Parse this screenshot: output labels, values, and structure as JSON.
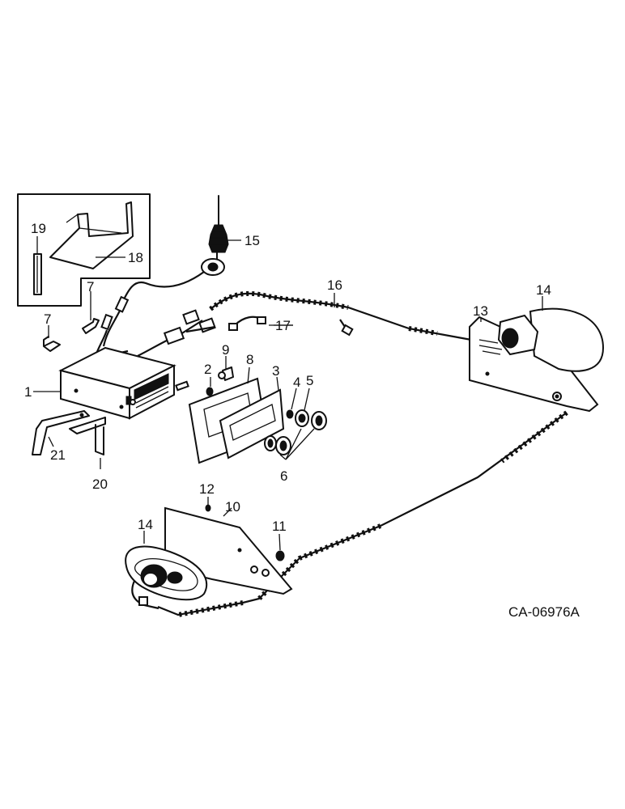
{
  "diagram_code": "CA-06976A",
  "callouts": {
    "c1": "1",
    "c2": "2",
    "c3": "3",
    "c4": "4",
    "c5": "5",
    "c6": "6",
    "c7a": "7",
    "c7b": "7",
    "c8": "8",
    "c9": "9",
    "c10": "10",
    "c11": "11",
    "c12": "12",
    "c13": "13",
    "c14a": "14",
    "c14b": "14",
    "c15": "15",
    "c16": "16",
    "c17": "17",
    "c18": "18",
    "c19": "19",
    "c20": "20",
    "c21": "21"
  }
}
